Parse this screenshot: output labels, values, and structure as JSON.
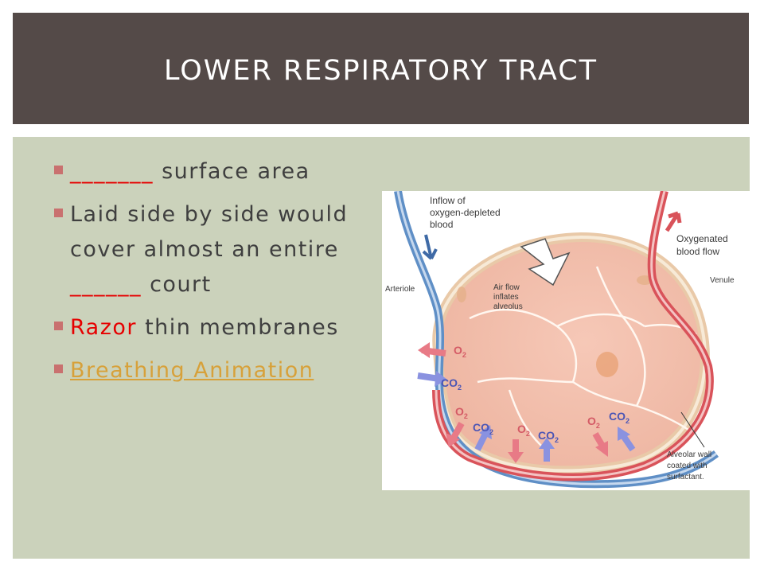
{
  "title": "LOWER RESPIRATORY TRACT",
  "bullets": {
    "b1": {
      "blank": "_______",
      "text": " surface area"
    },
    "b2": {
      "text": "Laid side by side would cover almost an entire ",
      "blank": "______",
      "tail": " court"
    },
    "b3": {
      "highlight": "Razor",
      "text": " thin membranes"
    },
    "b4": {
      "link": "Breathing Animation"
    }
  },
  "figure": {
    "inflow_line1": "Inflow of",
    "inflow_line2": "oxygen-depleted",
    "inflow_line3": "blood",
    "oxy_line1": "Oxygenated",
    "oxy_line2": "blood flow",
    "arteriole": "Arteriole",
    "venule": "Venule",
    "airflow_line1": "Air flow",
    "airflow_line2": "inflates",
    "airflow_line3": "alveolus",
    "wall_line1": "Alveolar wall",
    "wall_line2": "coated with",
    "wall_line3": "surfactant.",
    "o2": "O",
    "co2": "CO",
    "sub": "2"
  },
  "colors": {
    "header_bg": "#544a48",
    "body_bg": "#cbd2bb",
    "blank_red": "#e60000",
    "link_gold": "#d7a13a",
    "bullet": "#c9716f",
    "artery_blue": "#5f8fc6",
    "vein_red": "#d9535a"
  }
}
